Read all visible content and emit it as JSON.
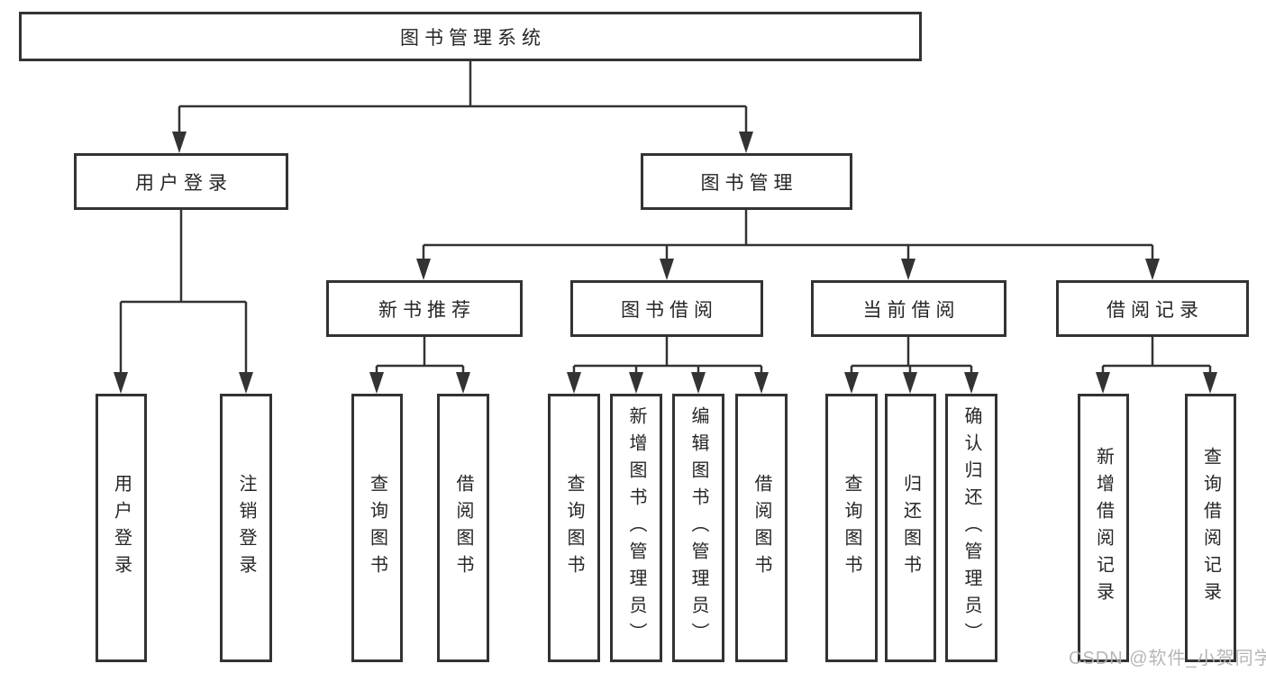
{
  "tree": {
    "label": "图书管理系统",
    "children": [
      {
        "label": "用户登录",
        "children": [
          {
            "label": "用户登录"
          },
          {
            "label": "注销登录"
          }
        ]
      },
      {
        "label": "图书管理",
        "children": [
          {
            "label": "新书推荐",
            "children": [
              {
                "label": "查询图书"
              },
              {
                "label": "借阅图书"
              }
            ]
          },
          {
            "label": "图书借阅",
            "children": [
              {
                "label": "查询图书"
              },
              {
                "label": "新增图书（管理员）"
              },
              {
                "label": "编辑图书（管理员）"
              },
              {
                "label": "借阅图书"
              }
            ]
          },
          {
            "label": "当前借阅",
            "children": [
              {
                "label": "查询图书"
              },
              {
                "label": "归还图书"
              },
              {
                "label": "确认归还（管理员）"
              }
            ]
          },
          {
            "label": "借阅记录",
            "children": [
              {
                "label": "新增借阅记录"
              },
              {
                "label": "查询借阅记录"
              }
            ]
          }
        ]
      }
    ]
  },
  "watermark": {
    "text": "CSDN @软件_小贺同学"
  },
  "colors": {
    "line": "#333333",
    "box_border": "#333333",
    "text": "#262626",
    "watermark": "#b3b3b3",
    "background": "#ffffff"
  }
}
